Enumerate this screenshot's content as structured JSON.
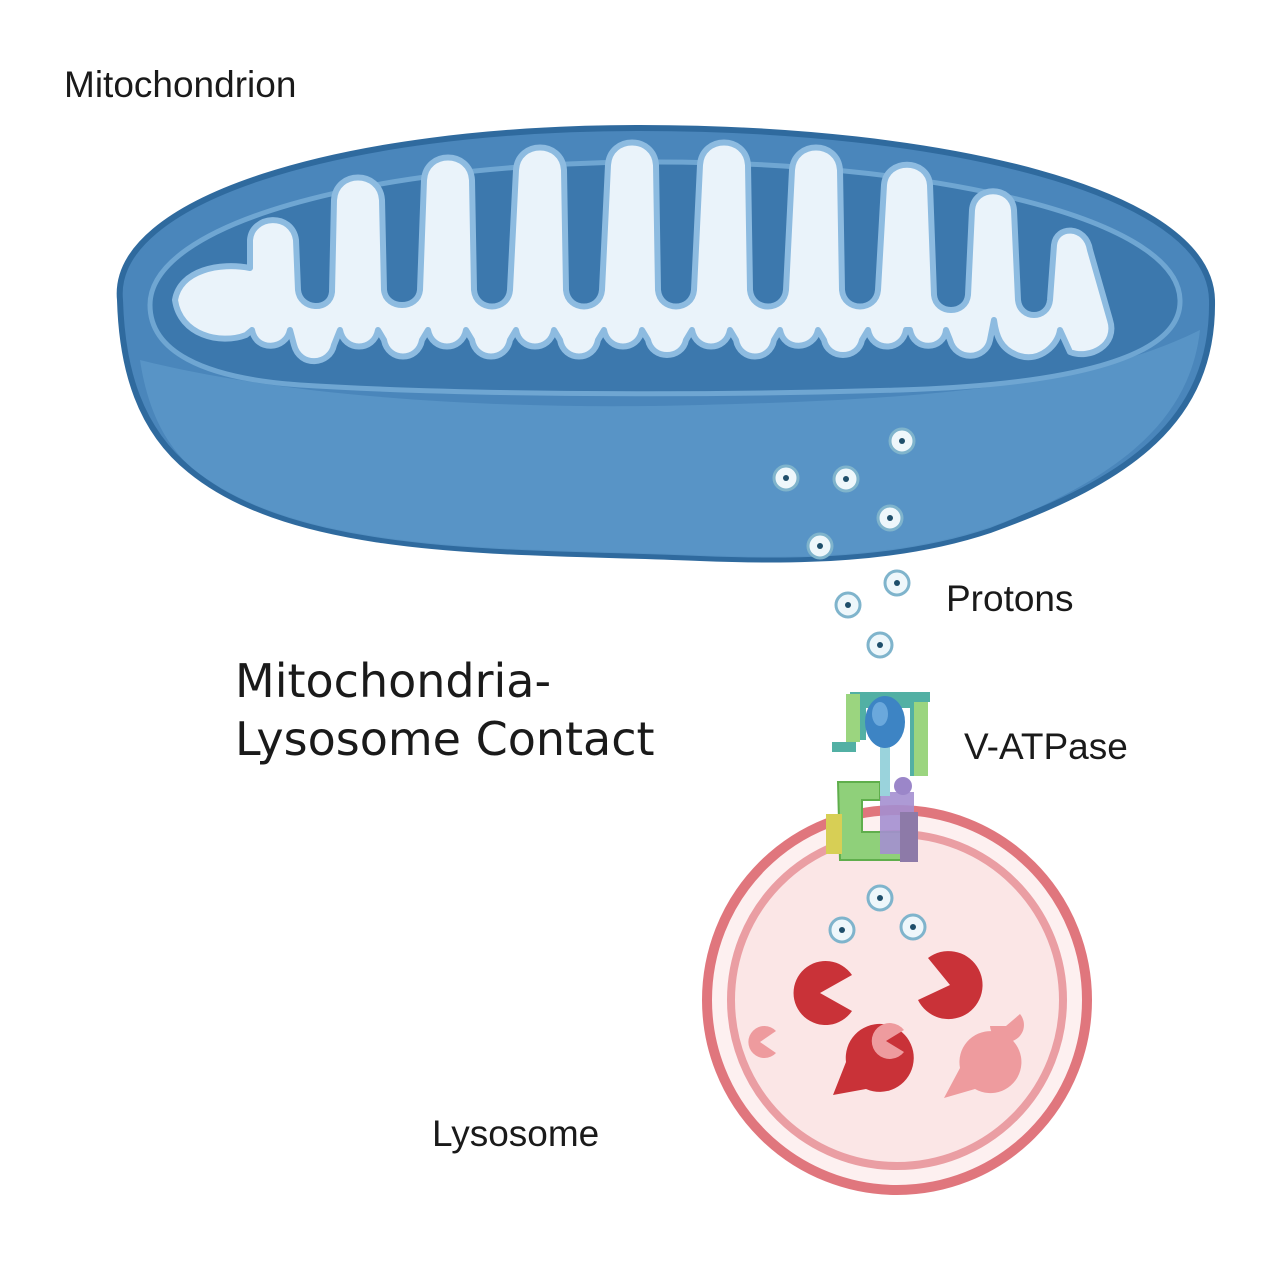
{
  "labels": {
    "mitochondrion": "Mitochondrion",
    "protons": "Protons",
    "v_atpase": "V-ATPase",
    "lysosome": "Lysosome"
  },
  "title": {
    "line1": "Mitochondria-",
    "line2": "Lysosome Contact"
  },
  "colors": {
    "mito_outer": "#3f7fb4",
    "mito_outer_dark": "#2f6a9e",
    "mito_inner": "#5d98c8",
    "mito_cristae_space": "#eaf3fa",
    "proton_fill": "#eef7fb",
    "proton_stroke": "#7fb4cc",
    "proton_dot": "#1f4f6b",
    "lyso_membrane": "#e0767d",
    "lyso_lumen": "#fbe6e6",
    "enzyme_dark": "#c93238",
    "enzyme_light": "#ee9b9e",
    "vatpase_green": "#8fd07a",
    "vatpase_teal": "#4aa9a2",
    "vatpase_blue": "#3d84c4",
    "vatpase_purple": "#9b86c9"
  }
}
